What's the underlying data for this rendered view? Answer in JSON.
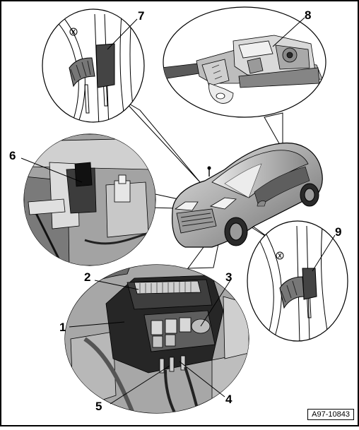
{
  "figure": {
    "id_label": "A97-10843",
    "callouts": [
      "1",
      "2",
      "3",
      "4",
      "5",
      "6",
      "7",
      "8",
      "9"
    ]
  }
}
